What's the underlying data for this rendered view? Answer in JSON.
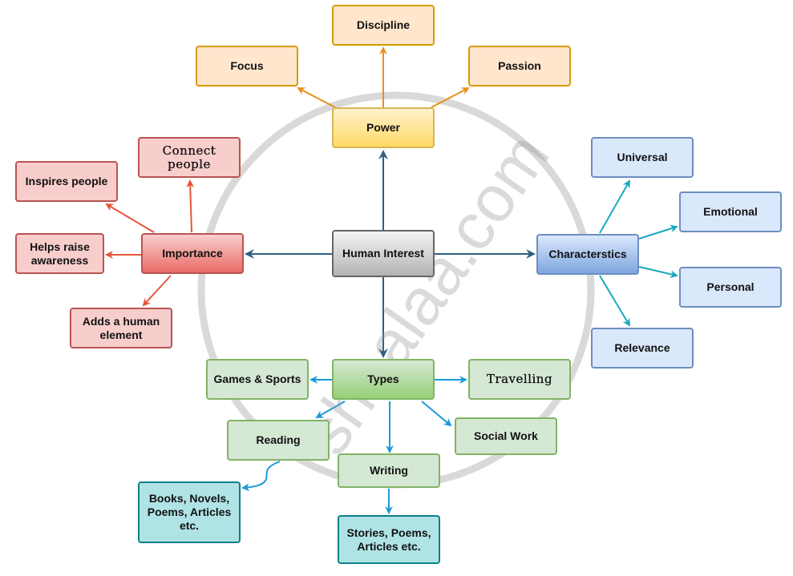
{
  "watermark": "shaalaa.com",
  "center": "Human Interest",
  "power": {
    "label": "Power",
    "children": [
      "Discipline",
      "Focus",
      "Passion"
    ]
  },
  "importance": {
    "label": "Importance",
    "children": [
      "Connect people",
      "Inspires people",
      "Helps raise awareness",
      "Adds a human element"
    ]
  },
  "characteristics": {
    "label": "Characterstics",
    "children": [
      "Universal",
      "Emotional",
      "Personal",
      "Relevance"
    ]
  },
  "types": {
    "label": "Types",
    "children": [
      "Games & Sports",
      "Travelling",
      "Reading",
      "Social Work",
      "Writing"
    ]
  },
  "reading_detail": "Books, Novels, Poems, Articles etc.",
  "writing_detail": "Stories, Poems, Articles etc.",
  "colors": {
    "orange": "#e8911a",
    "red": "#e6553a",
    "navy": "#2f5f7f",
    "teal": "#1aa9bf",
    "blue": "#1a9bd7"
  }
}
